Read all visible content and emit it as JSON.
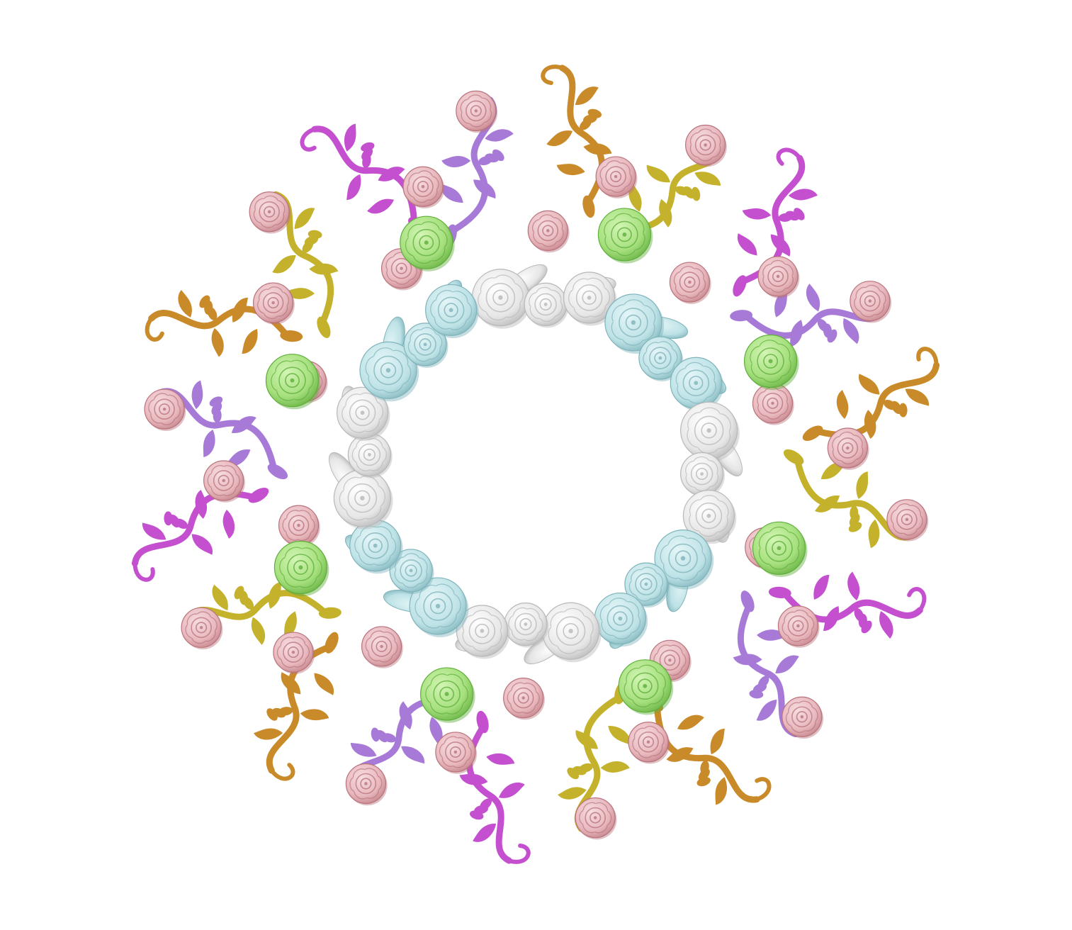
{
  "scene": {
    "background": "#ffffff",
    "subject": "flower-wreath"
  },
  "palette": {
    "white_rose": "#ececec",
    "white_rose_shade": "#b8b8b8",
    "blue_rose": "#bde2e6",
    "blue_rose_shade": "#7fb3ba",
    "green_rose": "#a6e07e",
    "green_rose_shade": "#5fae3b",
    "pink_rose": "#e8b9bf",
    "pink_rose_shade": "#b9737c",
    "scroll_gold": "#c98a2a",
    "scroll_mustard": "#c4b12c",
    "scroll_magenta": "#c450d0",
    "scroll_lavender": "#a77ad8"
  },
  "elements": {
    "white_rose_clusters": 4,
    "blue_rose_clusters": 4,
    "green_roses": 8,
    "pink_roses": 30,
    "flourishes": 20,
    "flourish_colors": [
      "scroll-gold",
      "scroll-mustard",
      "scroll-magenta",
      "scroll-lavender"
    ]
  }
}
